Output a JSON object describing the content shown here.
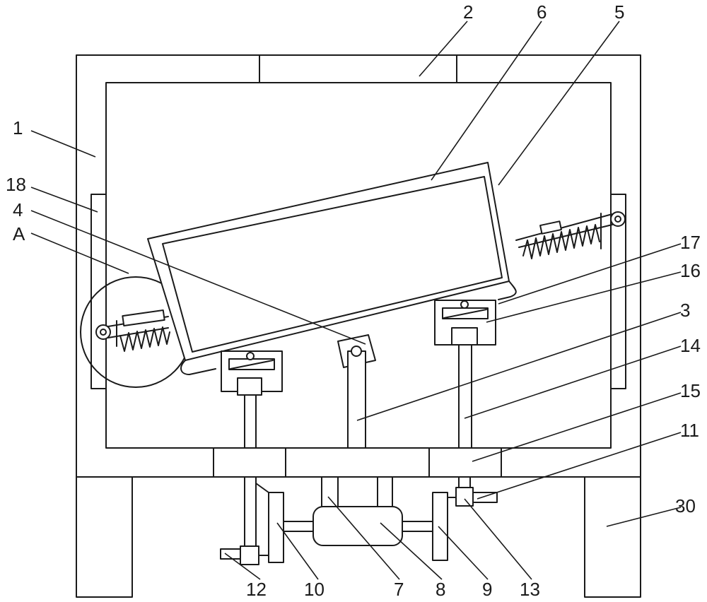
{
  "labels": {
    "l1": "1",
    "l2": "2",
    "l3": "3",
    "l4": "4",
    "l5": "5",
    "l6": "6",
    "l7": "7",
    "l8": "8",
    "l9": "9",
    "l10": "10",
    "l11": "11",
    "l12": "12",
    "l13": "13",
    "l14": "14",
    "l15": "15",
    "l16": "16",
    "l17": "17",
    "l18": "18",
    "l30": "30",
    "lA": "A"
  }
}
